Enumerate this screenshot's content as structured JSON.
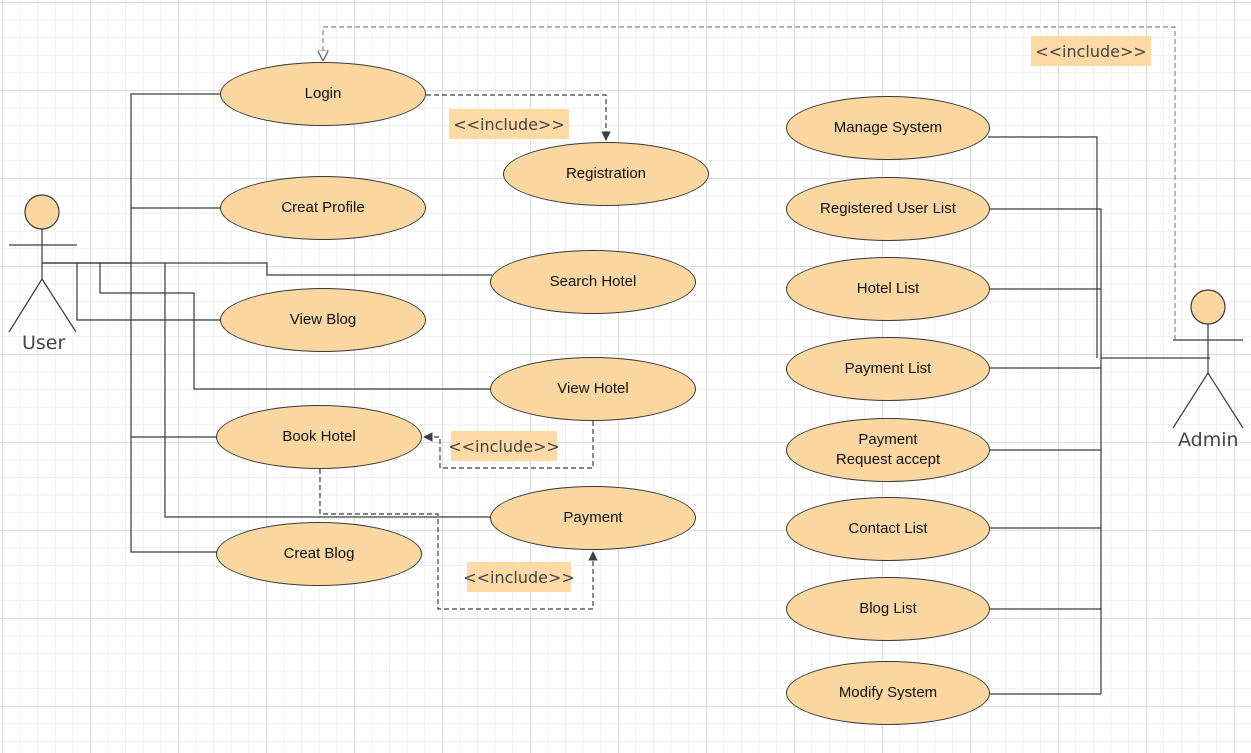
{
  "user_actor": {
    "label": "User"
  },
  "admin_actor": {
    "label": "Admin"
  },
  "user_use_cases": {
    "login": "Login",
    "registration": "Registration",
    "creat_profile": "Creat Profile",
    "search_hotel": "Search Hotel",
    "view_blog": "View Blog",
    "view_hotel": "View Hotel",
    "book_hotel": "Book Hotel",
    "payment": "Payment",
    "creat_blog": "Creat Blog"
  },
  "admin_use_cases": {
    "manage_system": "Manage System",
    "registered_user_list": "Registered User List",
    "hotel_list": "Hotel List",
    "payment_list": "Payment List",
    "payment_request_accept": "Payment\nRequest accept",
    "contact_list": "Contact List",
    "blog_list": "Blog List",
    "modify_system": "Modify System"
  },
  "relations": {
    "include_label": "<<include>>"
  },
  "colors": {
    "use_case_fill": "#fad7a0",
    "tag_fill": "#fdd9a6",
    "line": "#3a3a3a"
  }
}
